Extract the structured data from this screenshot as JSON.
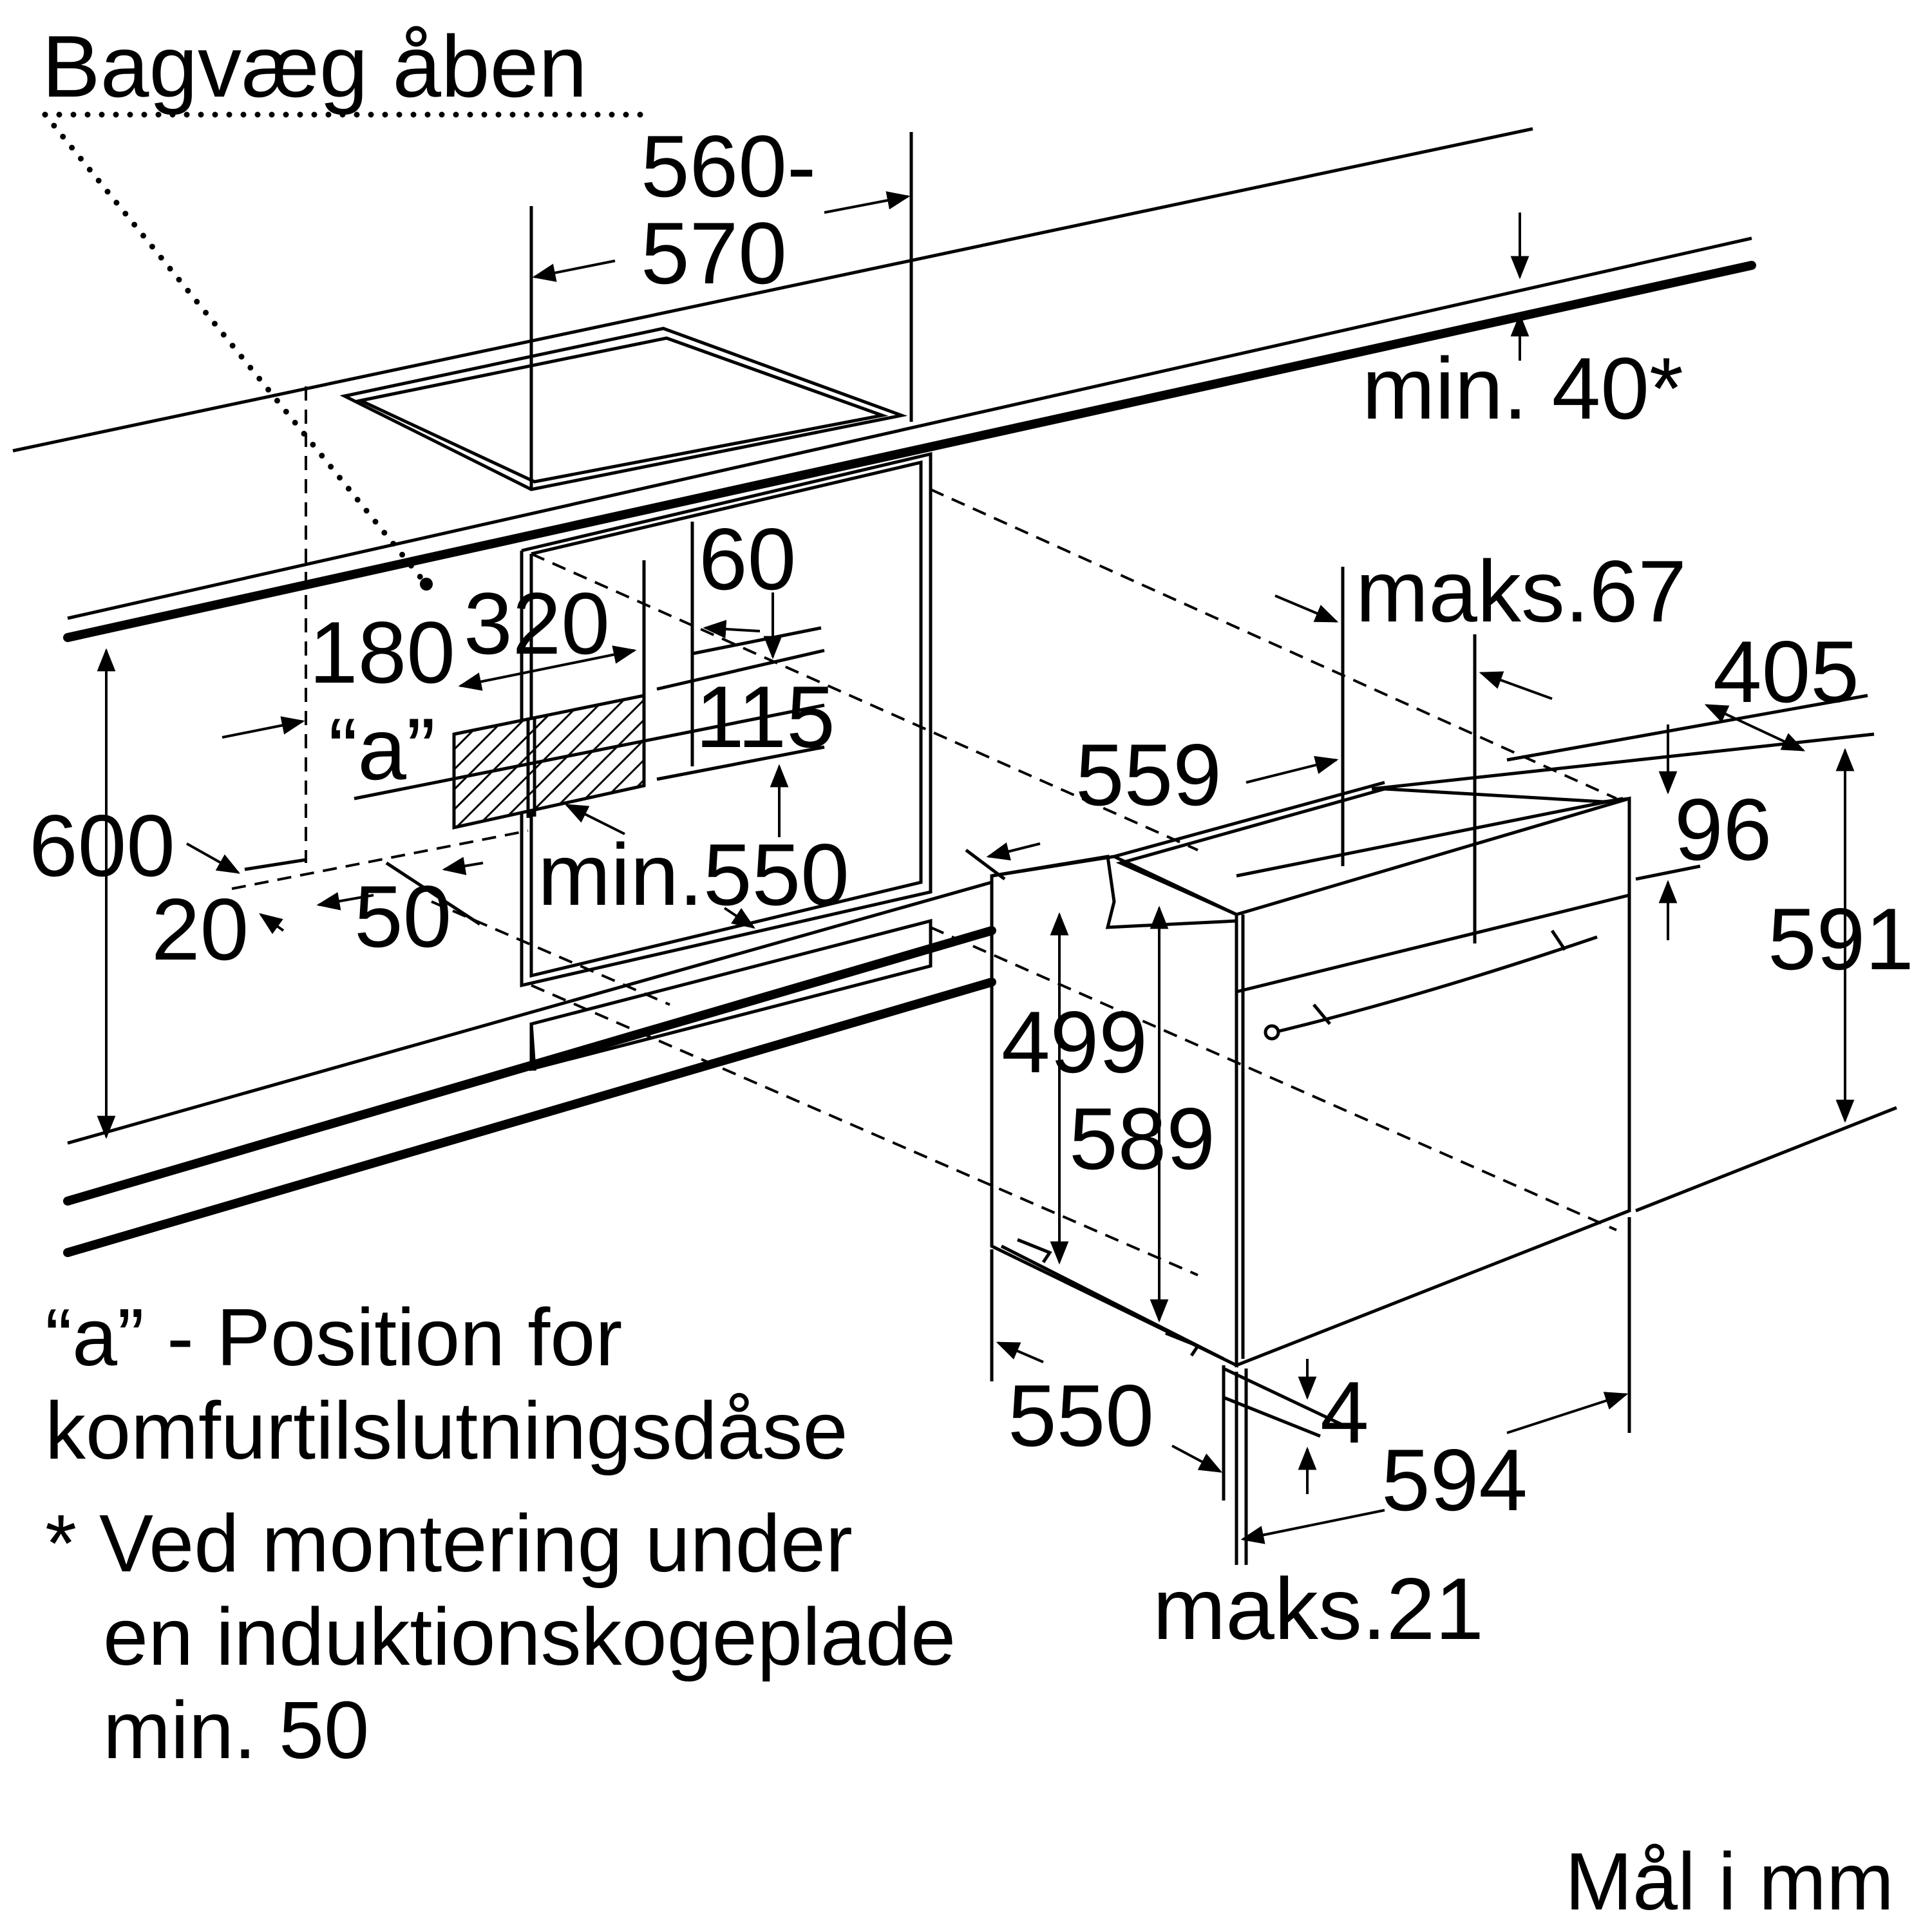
{
  "labels": {
    "back_wall_open": "Bagvæg åben",
    "width_cutout_top": "560-",
    "width_cutout_bottom": "570",
    "min_40": "min. 40*",
    "depth_60": "60",
    "max_67": "maks.67",
    "d_180": "180",
    "d_320": "320",
    "d_115": "115",
    "d_405": "405",
    "d_559": "559",
    "a_marker": "“a”",
    "d_96": "96",
    "d_600": "600",
    "d_20": "20",
    "d_50": "50",
    "min_550": "min.550",
    "d_591": "591",
    "d_499": "499",
    "d_589": "589",
    "d_550": "550",
    "d_4": "4",
    "d_594": "594",
    "max_21": "maks.21",
    "units": "Mål i mm"
  },
  "notes": {
    "a_line1": "“a” - Position for",
    "a_line2": "komfurtilslutningsdåse",
    "star_line1": "* Ved montering under",
    "star_line2": "en induktionskogeplade",
    "star_line3": "min. 50"
  }
}
